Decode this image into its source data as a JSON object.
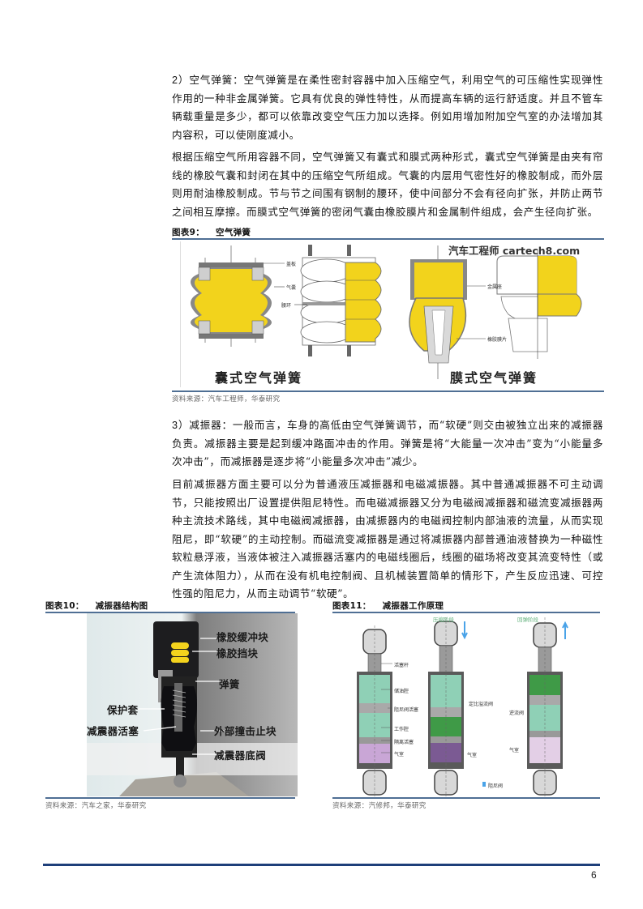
{
  "paragraphs": [
    {
      "lead": "2）",
      "text": "空气弹簧：空气弹簧是在柔性密封容器中加入压缩空气，利用空气的可压缩性实现弹性作用的一种非金属弹簧。它具有优良的弹性特性，从而提高车辆的运行舒适度。并且不管车辆载重量是多少，都可以依靠改变空气压力加以选择。例如用增加附加空气室的办法增加其内容积，可以使刚度减小。"
    },
    {
      "lead": "",
      "text": "根据压缩空气所用容器不同，空气弹簧又有囊式和膜式两种形式，囊式空气弹簧是由夹有帘线的橡胶气囊和封闭在其中的压缩空气所组成。气囊的内层用气密性好的橡胶制成，而外层则用耐油橡胶制成。节与节之间围有钢制的腰环，使中间部分不会有径向扩张，并防止两节之间相互摩擦。而膜式空气弹簧的密闭气囊由橡胶膜片和金属制件组成，会产生径向扩张。"
    },
    {
      "lead": "3）",
      "text": "减振器：一般而言，车身的高低由空气弹簧调节，而“软硬”则交由被独立出来的减振器负责。减振器主要是起到缓冲路面冲击的作用。弹簧是将“大能量一次冲击”变为“小能量多次冲击”，而减振器是逐步将“小能量多次冲击”减少。"
    },
    {
      "lead": "",
      "text": "目前减振器方面主要可以分为普通液压减振器和电磁减振器。其中普通减振器不可主动调节，只能按照出厂设置提供阻尼特性。而电磁减振器又分为电磁阀减振器和磁流变减振器两种主流技术路线，其中电磁阀减振器，由减振器内的电磁阀控制内部油液的流量，从而实现阻尼，即“软硬”的主动控制。而磁流变减振器是通过将减振器内部普通油液替换为一种磁性软粒悬浮液，当液体被注入减振器活塞内的电磁线圈后，线圈的磁场将改变其流变特性（或产生流体阻力），从而在没有机电控制阀、且机械装置简单的情形下，产生反应迅速、可控性强的阻尼力，从而主动调节“软硬”。"
    }
  ],
  "figures": {
    "fig9": {
      "number": "图表9：",
      "title": "空气弹簧",
      "source": "资料来源：汽车工程师，华泰研究",
      "watermark": "汽车工程师 cartech8.com",
      "left_caption": "囊式空气弹簧",
      "right_caption": "膜式空气弹簧",
      "labels": {
        "cover_plate": "盖板",
        "air_bag": "气囊",
        "waist_ring": "腰环",
        "metal_seat": "金属座",
        "rubber_membrane": "橡胶膜片"
      }
    },
    "fig10": {
      "number": "图表10：",
      "title": "减振器结构图",
      "source": "资料来源：汽车之家，华泰研究",
      "labels": {
        "rubber_buffer": "橡胶缓冲块",
        "rubber_stop": "橡胶挡块",
        "spring": "弹簧",
        "protective_sleeve": "保护套",
        "piston": "减震器活塞",
        "external_stop": "外部撞击止块",
        "base_valve": "减震器底阀"
      }
    },
    "fig11": {
      "number": "图表11：",
      "title": "减振器工作原理",
      "source": "资料来源：汽修邦，华泰研究",
      "phase_compress": "压缩阶段",
      "phase_rebound": "回弹阶段",
      "labels": {
        "piston_rod": "活塞杆",
        "oil_chamber": "储油腔",
        "damping_piston": "阻尼阀活塞",
        "working_chamber": "工作腔",
        "separator_piston": "隔离活塞",
        "gas_chamber": "气室",
        "flow_valve": "定比溢流阀",
        "rebound_valve": "逆流阀",
        "legend_damper": "阻尼阀"
      }
    }
  },
  "footer": {
    "page_number": "6"
  },
  "colors": {
    "rule": "#4f6f94",
    "footer_rule": "#1e3f7a",
    "spring_yellow": "#f2d31c",
    "oil_green": "#8fd0b6",
    "dark_green": "#3f9a47",
    "gas_purple": "#c9a6d6"
  }
}
